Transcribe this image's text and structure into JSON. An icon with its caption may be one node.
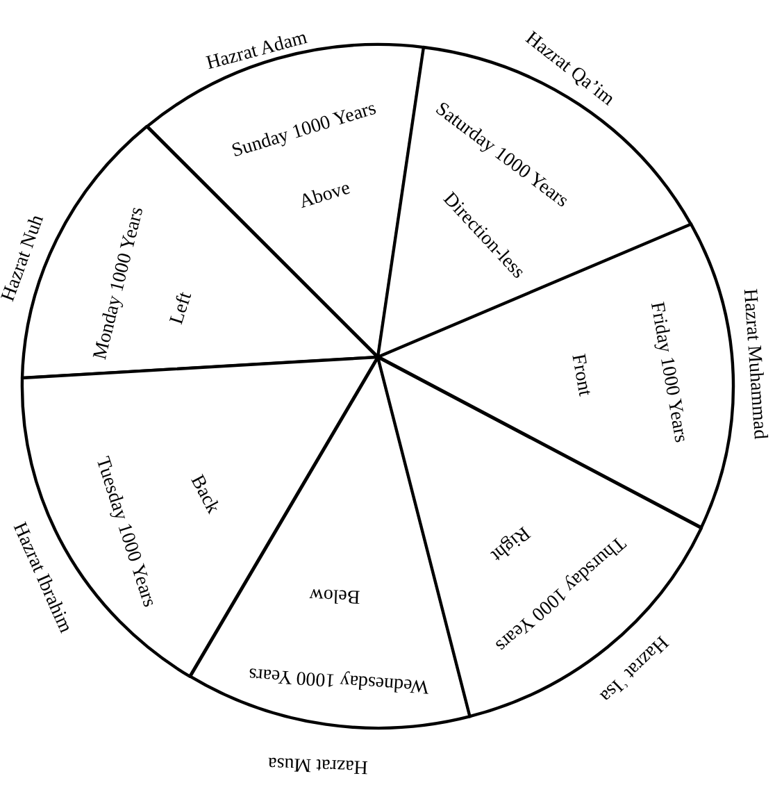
{
  "diagram": {
    "nodes": [
      {
        "text": [
          "Sunday 1000 Years",
          "Above"
        ],
        "beside": [
          "Hazrat Adam"
        ]
      },
      {
        "text": [
          "Monday 1000 Years",
          "Left"
        ],
        "beside": [
          "Hazrat Nuh"
        ]
      },
      {
        "text": [
          "Tuesday 1000 Years",
          "Back"
        ],
        "beside": [
          "Hazrat Ibrahim"
        ]
      },
      {
        "text": [
          "Wednesday 1000 Years",
          "Below"
        ],
        "beside": [
          "Hazrat Musa"
        ]
      },
      {
        "text": [
          "Thursday 1000 Years",
          "Right"
        ],
        "beside": [
          "Hazrat ʿIsa"
        ]
      },
      {
        "text": [
          "Friday 1000 Years",
          "Front"
        ],
        "beside": [
          "Hazrat Muhammad"
        ]
      },
      {
        "text": [
          "Saturday 1000 Years",
          "Direction-less"
        ],
        "beside": [
          "Hazrat Qa’im"
        ]
      }
    ]
  }
}
